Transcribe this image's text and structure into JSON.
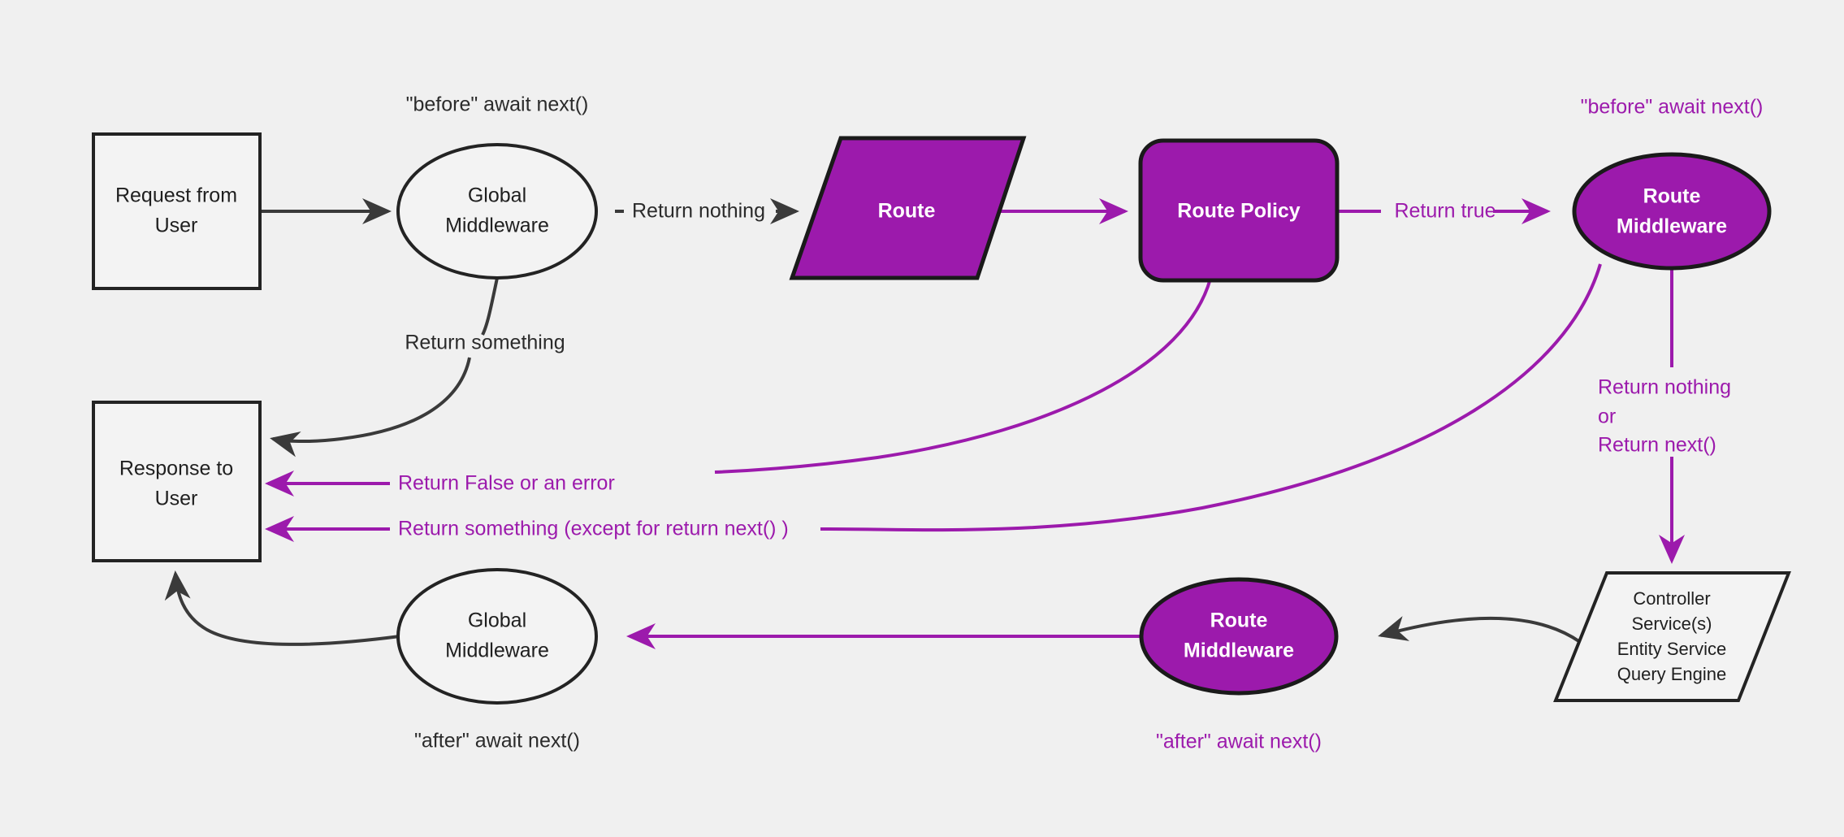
{
  "diagram": {
    "title": "Strapi request lifecycle flow",
    "background_color": "#f0f0f0",
    "accent_color": "#9c1aac",
    "dark_color": "#232323",
    "nodes": {
      "request_from_user": {
        "line1": "Request from",
        "line2": "User",
        "shape": "rectangle",
        "fill": "white"
      },
      "global_middleware_top": {
        "line1": "Global",
        "line2": "Middleware",
        "shape": "ellipse",
        "fill": "white"
      },
      "route": {
        "label": "Route",
        "shape": "parallelogram",
        "fill": "#9c1aac"
      },
      "route_policy": {
        "label": "Route Policy",
        "shape": "rounded-rectangle",
        "fill": "#9c1aac"
      },
      "route_middleware_top": {
        "line1": "Route",
        "line2": "Middleware",
        "shape": "ellipse",
        "fill": "#9c1aac"
      },
      "controller": {
        "line1": "Controller",
        "line2": "Service(s)",
        "line3": "Entity Service",
        "line4": "Query Engine",
        "shape": "parallelogram",
        "fill": "white"
      },
      "route_middleware_bottom": {
        "line1": "Route",
        "line2": "Middleware",
        "shape": "ellipse",
        "fill": "#9c1aac"
      },
      "global_middleware_bottom": {
        "line1": "Global",
        "line2": "Middleware",
        "shape": "ellipse",
        "fill": "white"
      },
      "response_to_user": {
        "line1": "Response to",
        "line2": "User",
        "shape": "rectangle",
        "fill": "white"
      }
    },
    "annotations": {
      "before_await_next_global": "\"before\" await next()",
      "before_await_next_route": "\"before\" await next()",
      "after_await_next_global": "\"after\" await next()",
      "after_await_next_route": "\"after\" await next()"
    },
    "edges": {
      "return_nothing": "Return nothing",
      "return_something": "Return something",
      "return_true": "Return true",
      "return_false_or_error": "Return False or an error",
      "return_something_except": "Return something (except for return next() )",
      "return_nothing_or_next_l1": "Return nothing",
      "return_nothing_or_next_l2": "or",
      "return_nothing_or_next_l3": "Return next()"
    }
  }
}
